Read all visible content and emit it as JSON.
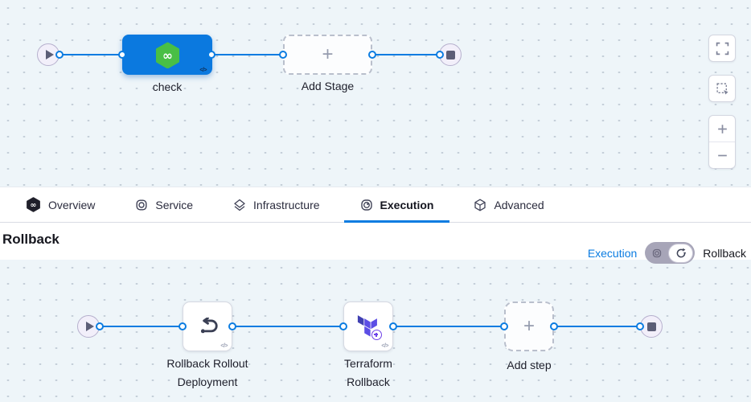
{
  "colors": {
    "accent_blue": "#0b7ce1",
    "stage_blue": "#0b79df",
    "canvas_bg": "#eef5f9",
    "harness_green": "#49bf45",
    "terraform_dark": "#4040b2",
    "terraform_light": "#5c4ee5",
    "node_glyph_gray": "#5c5e77"
  },
  "stage_canvas": {
    "stage_label": "check",
    "code_glyph": "</>",
    "add_stage_label": "Add Stage",
    "plus_glyph": "+",
    "control_icons": [
      "expand-icon",
      "marquee-select-icon",
      "zoom-in-icon",
      "zoom-out-icon"
    ]
  },
  "tabs": [
    {
      "label": "Overview",
      "icon": "harness-overview-icon",
      "active": false
    },
    {
      "label": "Service",
      "icon": "service-icon",
      "active": false
    },
    {
      "label": "Infrastructure",
      "icon": "infrastructure-icon",
      "active": false
    },
    {
      "label": "Execution",
      "icon": "execution-icon",
      "active": true
    },
    {
      "label": "Advanced",
      "icon": "advanced-icon",
      "active": false
    }
  ],
  "rollback_section": {
    "title": "Rollback",
    "execution_link": "Execution",
    "rollback_label": "Rollback",
    "toggle_state": "rollback"
  },
  "execution_canvas": {
    "steps": [
      {
        "label_line1": "Rollback Rollout",
        "label_line2": "Deployment",
        "icon": "undo-icon",
        "code_glyph": "</>"
      },
      {
        "label_line1": "Terraform",
        "label_line2": "Rollback",
        "icon": "terraform-icon",
        "code_glyph": "</>"
      }
    ],
    "add_step_label": "Add step",
    "plus_glyph": "+"
  }
}
